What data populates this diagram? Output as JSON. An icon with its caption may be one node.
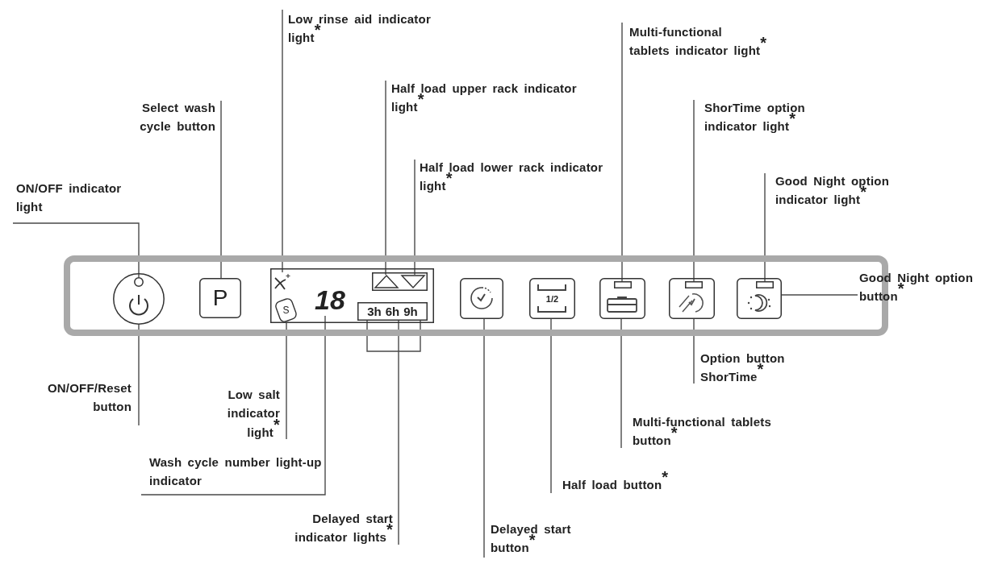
{
  "diagram": {
    "nodes": [
      {
        "text": [],
        "shape": "box"
      },
      {
        "text": [],
        "shape": "circle",
        "in": 0
      },
      {
        "text": [],
        "shape": "circle",
        "in": 1
      },
      {
        "text": [
          "P"
        ],
        "in": 0
      },
      {
        "text": [],
        "shape": "box",
        "in": 0
      },
      {
        "text": [],
        "shape": "icon",
        "in": 4
      },
      {
        "text": [
          "S"
        ],
        "in": 4
      },
      {
        "text": [
          "18"
        ],
        "in": 4
      },
      {
        "text": [],
        "shape": "box",
        "in": 4
      },
      {
        "text": [],
        "shape": "triangle",
        "in": 8
      },
      {
        "text": [],
        "shape": "triangle",
        "in": 8
      },
      {
        "text": [
          "3h",
          "6h",
          "9h"
        ],
        "in": 4
      },
      {
        "text": [],
        "shape": "box",
        "in": 0
      },
      {
        "text": [
          "1/2"
        ],
        "in": 0
      },
      {
        "text": [],
        "shape": "box",
        "in": 0
      },
      {
        "text": [],
        "shape": "box",
        "in": 14
      },
      {
        "text": [],
        "shape": "box",
        "in": 0
      },
      {
        "text": [],
        "shape": "box",
        "in": 16
      },
      {
        "text": [],
        "shape": "box",
        "in": 0
      },
      {
        "text": [],
        "shape": "box",
        "in": 18
      },
      {
        "text": [
          "Low rinse aid indicator light$^{*}$"
        ]
      },
      {
        "text": [
          "Select wash cycle button"
        ]
      },
      {
        "text": [
          "Half load upper rack indicator light$^{*}$"
        ]
      },
      {
        "text": [
          "Multi-functional tablets indicator light$^{*}$"
        ]
      },
      {
        "text": [
          "ShorTime option indicator light$^{*}$"
        ]
      },
      {
        "text": [
          "Half load lower rack indicator light$^{*}$"
        ]
      },
      {
        "text": [
          "ON/OFF indicator light"
        ]
      },
      {
        "text": [
          "Good Night option indicator light$^{*}$"
        ]
      },
      {
        "text": [
          "Good Night option button$^{*}$"
        ]
      },
      {
        "text": [
          "Option button ShorTime$^{*}$"
        ]
      },
      {
        "text": [
          "ON/OFF/Reset button"
        ]
      },
      {
        "text": [
          "Low salt indicator light$^{*}$"
        ]
      },
      {
        "text": [
          "Multi-functional tablets button$^{*}$"
        ]
      },
      {
        "text": [
          "Wash cycle number light-up indicator"
        ]
      },
      {
        "text": [
          "Half load button$^{*}$"
        ]
      },
      {
        "text": [
          "Delayed start indicator lights$^{*}$"
        ]
      },
      {
        "text": [
          "Delayed start button$^{*}$"
        ]
      }
    ],
    "edges": [
      {
        "from": 20,
        "to": 5,
        "arrow": "none"
      },
      {
        "from": 21,
        "to": 3,
        "arrow": "none"
      },
      {
        "from": 22,
        "to": 9,
        "arrow": "none"
      },
      {
        "from": 23,
        "to": 15,
        "arrow": "none"
      },
      {
        "from": 24,
        "to": 17,
        "arrow": "none"
      },
      {
        "from": 25,
        "to": 10,
        "arrow": "none"
      },
      {
        "from": 26,
        "to": 2,
        "arrow": "none"
      },
      {
        "from": 27,
        "to": 19,
        "arrow": "none"
      },
      {
        "from": 28,
        "to": 18,
        "arrow": "none"
      },
      {
        "from": 29,
        "to": 16,
        "arrow": "none"
      },
      {
        "from": 30,
        "to": 1,
        "arrow": "none"
      },
      {
        "from": 31,
        "to": 6,
        "arrow": "none"
      },
      {
        "from": 32,
        "to": 14,
        "arrow": "none"
      },
      {
        "from": 33,
        "to": 7,
        "arrow": "none"
      },
      {
        "from": 34,
        "to": 13,
        "arrow": "none"
      },
      {
        "from": 35,
        "to": 11,
        "arrow": "none"
      },
      {
        "from": 36,
        "to": 12,
        "arrow": "none"
      }
    ]
  }
}
